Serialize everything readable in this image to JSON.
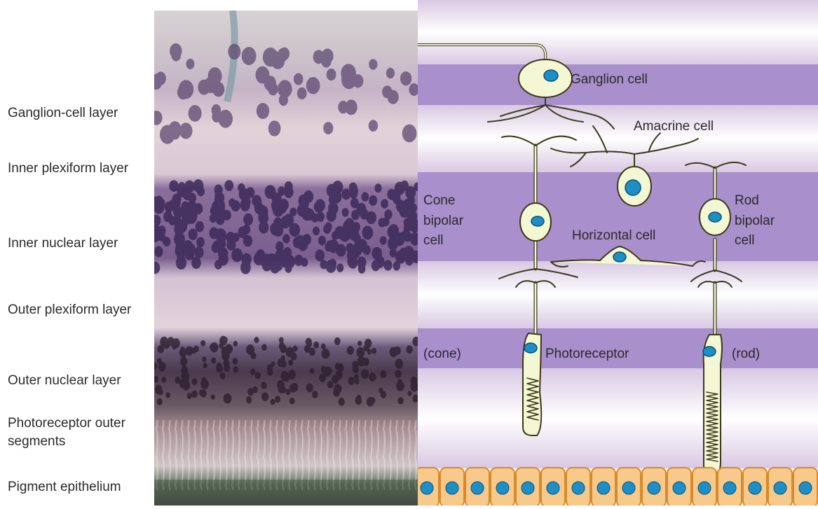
{
  "layer_labels": {
    "ganglion_cell_layer": "Ganglion-cell layer",
    "inner_plexiform_layer": "Inner plexiform layer",
    "inner_nuclear_layer": "Inner nuclear layer",
    "outer_plexiform_layer": "Outer plexiform layer",
    "outer_nuclear_layer": "Outer nuclear layer",
    "photoreceptor_outer_segments": "Photoreceptor outer\nsegments",
    "pigment_epithelium": "Pigment epithelium"
  },
  "cell_labels": {
    "ganglion": "Ganglion cell",
    "amacrine": "Amacrine cell",
    "cone_bipolar_1": "Cone",
    "cone_bipolar_2": "bipolar",
    "cone_bipolar_3": "cell",
    "rod_bipolar_1": "Rod",
    "rod_bipolar_2": "bipolar",
    "rod_bipolar_3": "cell",
    "horizontal": "Horizontal cell",
    "cone": "(cone)",
    "photoreceptor": "Photoreceptor",
    "rod": "(rod)"
  },
  "colors": {
    "band_purple": "#a98fcc",
    "band_light": "#f1e6f1",
    "cell_fill": "#f4f7d4",
    "cell_stroke": "#3a3a1a",
    "nucleus": "#1d8fc8",
    "epithelium_fill": "#f7c98a",
    "epithelium_stroke": "#d88a2a"
  },
  "icons": {
    "micrograph": "retina-histology-micrograph"
  }
}
